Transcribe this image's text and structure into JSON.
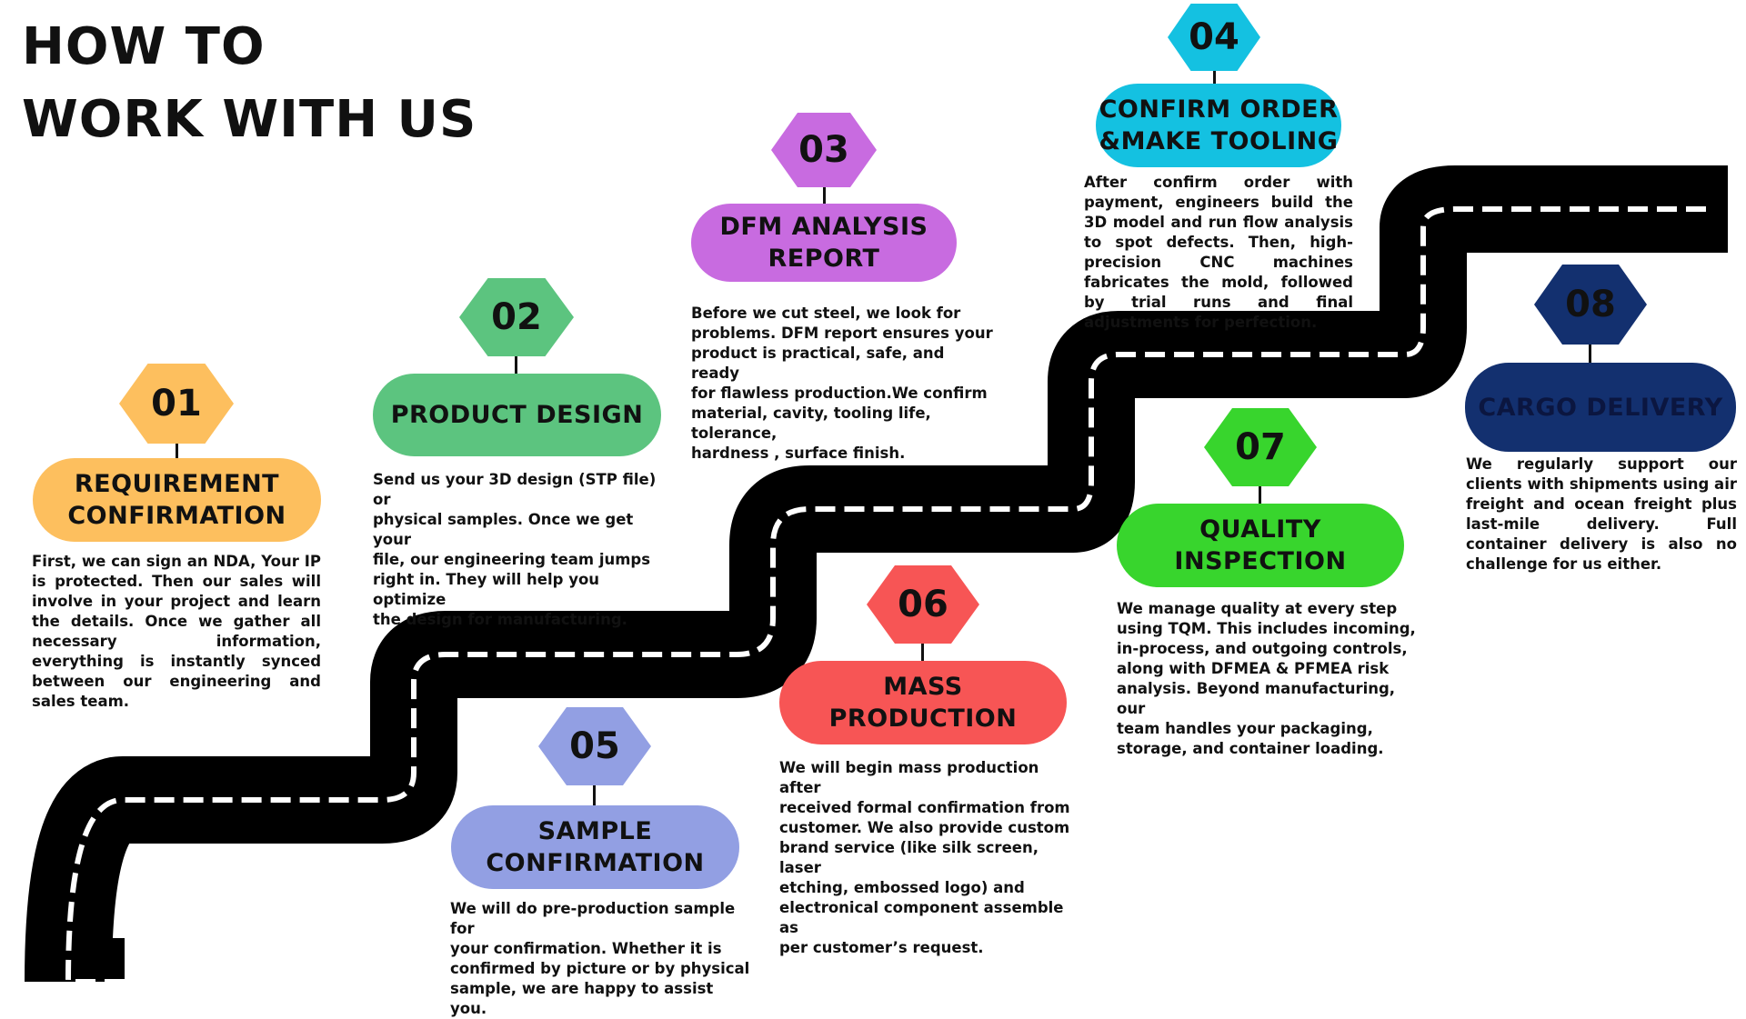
{
  "title": {
    "line1": "HOW TO",
    "line2": "WORK WITH US"
  },
  "steps": [
    {
      "number": "01",
      "label": "REQUIREMENT\nCONFIRMATION",
      "color": "#FDBF5E",
      "description": "First, we can sign an NDA, Your IP is protected. Then our sales will involve in your project and learn the details. Once we gather all necessary information, everything is instantly synced between our engineering and sales team."
    },
    {
      "number": "02",
      "label": "PRODUCT DESIGN",
      "color": "#5CC47F",
      "description": "Send us your 3D design (STP file) or\nphysical samples. Once we get your\nfile, our engineering team jumps\nright in. They will help you optimize\nthe design for manufacturing."
    },
    {
      "number": "03",
      "label": "DFM ANALYSIS\nREPORT",
      "color": "#C86BE0",
      "description": "Before we cut steel, we look for\nproblems.  DFM report ensures your\nproduct is practical, safe, and ready\nfor flawless production.We confirm\nmaterial, cavity, tooling life, tolerance,\nhardness , surface finish."
    },
    {
      "number": "04",
      "label": "CONFIRM ORDER\n&MAKE TOOLING",
      "color": "#14C1E1",
      "description": "After confirm order with payment, engineers build the 3D model and run flow analysis to spot defects. Then, high-precision CNC machines fabricates the mold, followed by trial runs and final adjustments for perfection."
    },
    {
      "number": "05",
      "label": "SAMPLE\nCONFIRMATION",
      "color": "#929FE3",
      "description": "We will do pre-production sample for\nyour confirmation. Whether it is\nconfirmed by picture or by physical\nsample, we are happy to assist you."
    },
    {
      "number": "06",
      "label": "MASS\nPRODUCTION",
      "color": "#F75555",
      "description": "We will begin mass production after\nreceived formal confirmation from\ncustomer. We also provide custom\nbrand service (like silk screen, laser\netching, embossed logo) and\nelectronical component assemble as\nper customer’s request."
    },
    {
      "number": "07",
      "label": "QUALITY\nINSPECTION",
      "color": "#38D52D",
      "description": "We manage quality at every step\nusing TQM. This includes incoming,\nin-process, and outgoing  controls,\nalong with DFMEA & PFMEA risk\nanalysis. Beyond manufacturing, our\nteam handles your packaging,\nstorage, and container loading."
    },
    {
      "number": "08",
      "label": "CARGO DELIVERY",
      "color": "#13306F",
      "label_color": "#0b1640",
      "description": "We regularly support our clients with shipments using air freight and ocean freight plus last-mile delivery. Full container delivery is also no challenge for us either."
    }
  ]
}
